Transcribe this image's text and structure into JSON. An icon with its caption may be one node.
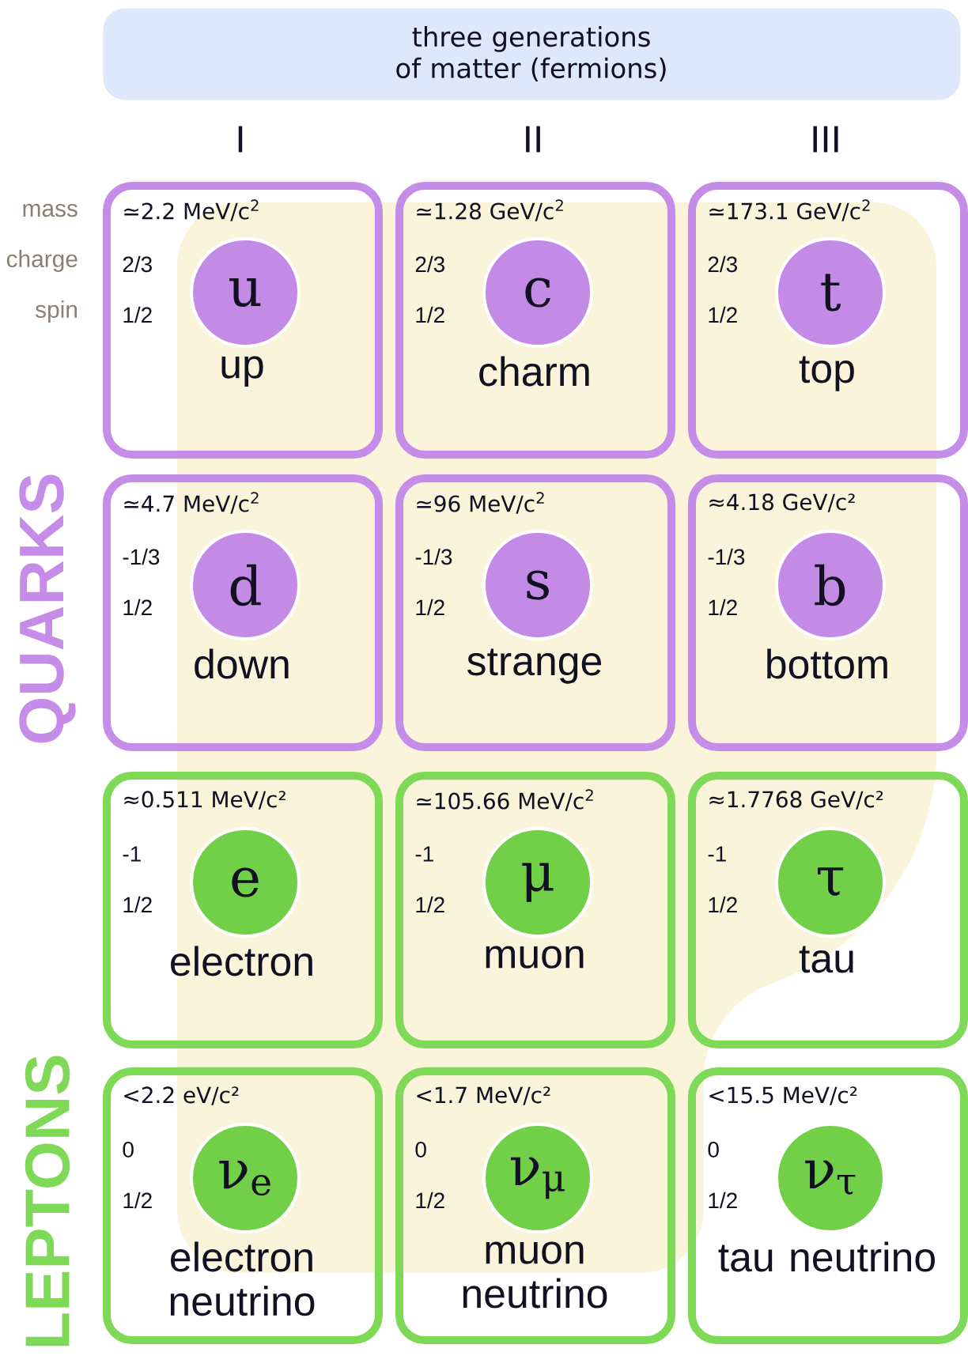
{
  "diagram": {
    "nodes": [
      {
        "text": [
          "three generations of matter (fermions)"
        ]
      },
      {
        "text": [
          "≃2.2 MeV/c$^{2}$",
          "2/3",
          "1/2",
          "up"
        ]
      },
      {
        "text": [
          "u"
        ],
        "in": 1
      },
      {
        "text": [
          "≃1.28 GeV/c$^{2}$",
          "2/3",
          "1/2",
          "charm"
        ]
      },
      {
        "text": [
          "c"
        ],
        "in": 3
      },
      {
        "text": [
          "≃173.1 GeV/c$^{2}$",
          "2/3",
          "1/2",
          "top"
        ]
      },
      {
        "text": [
          "t"
        ],
        "in": 5
      },
      {
        "text": [
          "≃4.7 MeV/c$^{2}$",
          "-1/3",
          "1/2",
          "down"
        ]
      },
      {
        "text": [
          "d"
        ],
        "in": 7
      },
      {
        "text": [
          "≃96 MeV/c$^{2}$",
          "-1/3",
          "1/2",
          "strange"
        ]
      },
      {
        "text": [
          "s"
        ],
        "in": 9
      },
      {
        "text": [
          "≈4.18 GeV/c²",
          "-1/3",
          "1/2",
          "bottom"
        ]
      },
      {
        "text": [
          "b"
        ],
        "in": 11
      },
      {
        "text": [
          "≈0.511 MeV/c²",
          "-1",
          "1/2",
          "electron"
        ]
      },
      {
        "text": [
          "e"
        ],
        "in": 13
      },
      {
        "text": [
          "≃105.66 MeV/c$^{2}$",
          "-1",
          "1/2",
          "muon"
        ]
      },
      {
        "text": [
          "μ"
        ],
        "in": 15
      },
      {
        "text": [
          "≈1.7768 GeV/c²",
          "-1",
          "1/2",
          "tau"
        ]
      },
      {
        "text": [
          "τ"
        ],
        "in": 17
      },
      {
        "text": [
          "<2.2 eV/c²",
          "0",
          "1/2",
          "electron neutrino"
        ]
      },
      {
        "text": [
          "ν$_{e}$"
        ],
        "in": 19
      },
      {
        "text": [
          "<1.7 MeV/c²",
          "0",
          "1/2",
          "muon neutrino"
        ]
      },
      {
        "text": [
          "ν$_{μ}$"
        ],
        "in": 21
      },
      {
        "text": [
          "<15.5 MeV/c²",
          "0",
          "1/2",
          "tau neutrino"
        ]
      },
      {
        "text": [
          "ν$_{τ}$"
        ],
        "in": 23
      }
    ],
    "labels": [
      "I",
      "II",
      "III",
      "mass",
      "charge",
      "spin",
      "QUARKS",
      "LEPTONS"
    ]
  }
}
